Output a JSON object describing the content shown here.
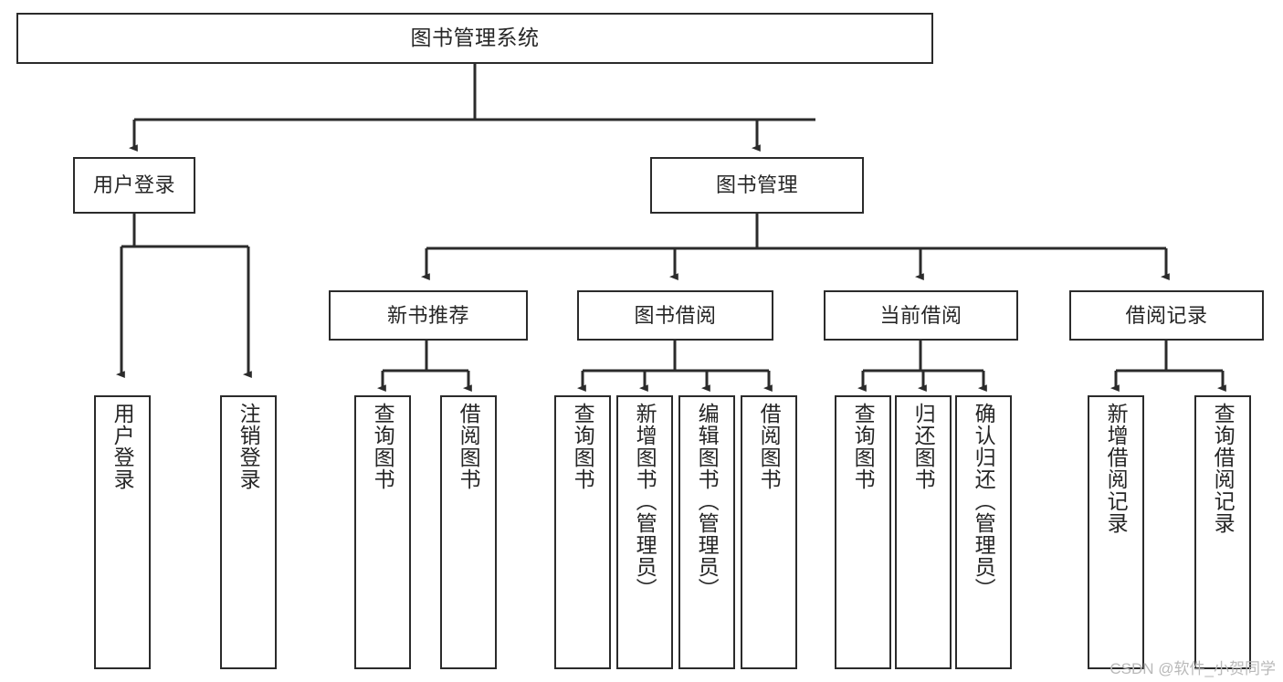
{
  "diagram": {
    "title": "图书管理系统",
    "type": "tree-hierarchy",
    "watermark": "CSDN @软件_小贺同学",
    "colors": {
      "background": "#ffffff",
      "node_border": "#2b2b2b",
      "node_fill": "#ffffff",
      "edge": "#2b2b2b",
      "text": "#262626",
      "watermark_text": "#b9b9b9"
    },
    "nodes": {
      "root": {
        "label": "图书管理系统"
      },
      "level2": [
        {
          "id": "user-login",
          "label": "用户登录"
        },
        {
          "id": "book-manage",
          "label": "图书管理"
        }
      ],
      "level3": [
        {
          "id": "new-book-recommend",
          "label": "新书推荐"
        },
        {
          "id": "book-borrow",
          "label": "图书借阅"
        },
        {
          "id": "current-borrow",
          "label": "当前借阅"
        },
        {
          "id": "borrow-record",
          "label": "借阅记录"
        }
      ],
      "leaves": [
        {
          "id": "leaf-user-login",
          "label": "用户登录",
          "parent": "user-login"
        },
        {
          "id": "leaf-logout-login",
          "label": "注销登录",
          "parent": "user-login"
        },
        {
          "id": "leaf-query-book-1",
          "label": "查询图书",
          "parent": "new-book-recommend"
        },
        {
          "id": "leaf-borrow-book-1",
          "label": "借阅图书",
          "parent": "new-book-recommend"
        },
        {
          "id": "leaf-query-book-2",
          "label": "查询图书",
          "parent": "book-borrow"
        },
        {
          "id": "leaf-add-book",
          "label": "新增图书（管理员）",
          "parent": "book-borrow"
        },
        {
          "id": "leaf-edit-book",
          "label": "编辑图书（管理员）",
          "parent": "book-borrow"
        },
        {
          "id": "leaf-borrow-book-2",
          "label": "借阅图书",
          "parent": "book-borrow"
        },
        {
          "id": "leaf-query-book-3",
          "label": "查询图书",
          "parent": "current-borrow"
        },
        {
          "id": "leaf-return-book",
          "label": "归还图书",
          "parent": "current-borrow"
        },
        {
          "id": "leaf-confirm-return",
          "label": "确认归还（管理员）",
          "parent": "current-borrow"
        },
        {
          "id": "leaf-add-record",
          "label": "新增借阅记录",
          "parent": "borrow-record"
        },
        {
          "id": "leaf-query-record",
          "label": "查询借阅记录",
          "parent": "borrow-record"
        }
      ]
    }
  }
}
